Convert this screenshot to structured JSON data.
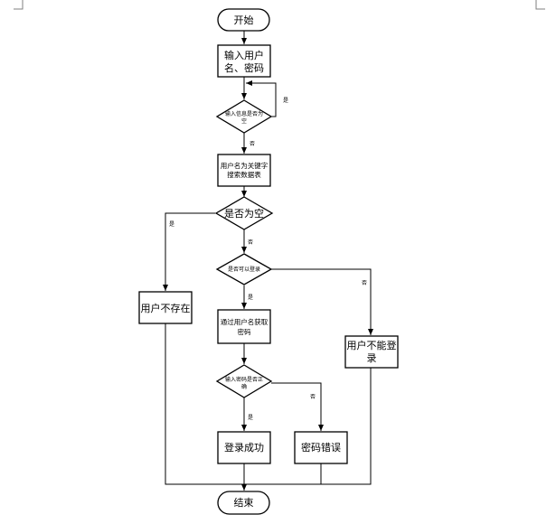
{
  "nodes": {
    "start": "开始",
    "input_line1": "输入用户",
    "input_line2": "名、密码",
    "check_empty_line1": "输入信息是否为",
    "check_empty_line2": "空",
    "search_line1": "用户名为关键字",
    "search_line2": "搜索数据表",
    "result_empty": "是否为空",
    "not_exist": "用户不存在",
    "can_login": "是否可以登录",
    "get_pwd_line1": "通过用户名获取",
    "get_pwd_line2": "密码",
    "cannot_login_line1": "用户不能登",
    "cannot_login_line2": "录",
    "pwd_correct_line1": "输入密码是否正",
    "pwd_correct_line2": "确",
    "login_success": "登录成功",
    "pwd_error": "密码错误",
    "end": "结束"
  },
  "edge_labels": {
    "input_empty_yes": "是",
    "input_empty_no": "否",
    "result_empty_yes": "是",
    "result_empty_no": "否",
    "can_login_yes": "是",
    "can_login_no": "否",
    "pwd_correct_yes": "是",
    "pwd_correct_no": "否"
  }
}
